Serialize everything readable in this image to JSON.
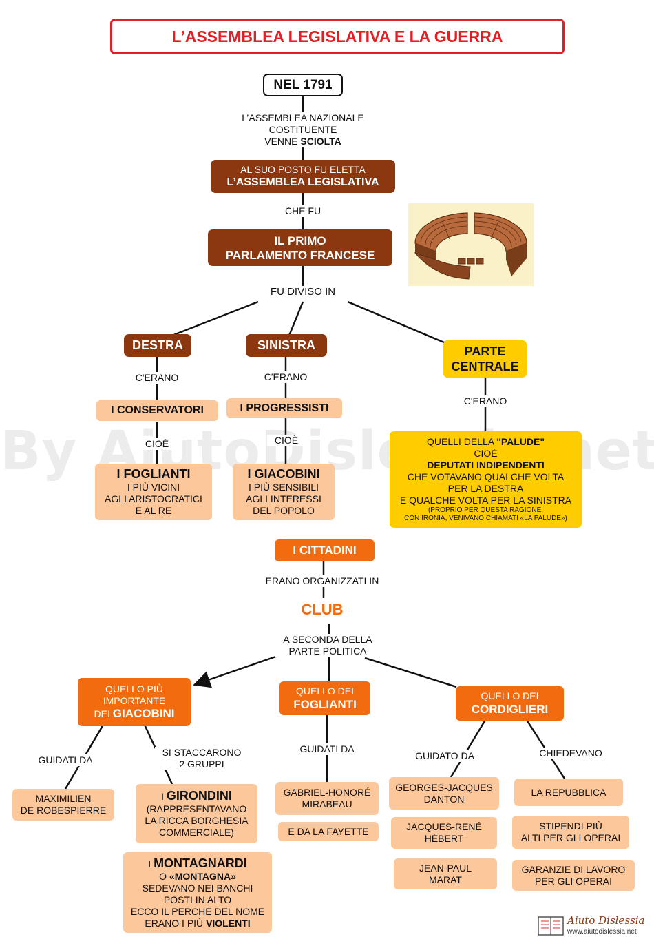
{
  "title": "L’ASSEMBLEA LEGISLATIVA E LA GUERRA",
  "watermark": "By AiutoDislessia.net",
  "nel1791": "NEL 1791",
  "lbl_sciolta": {
    "l1": "L’ASSEMBLEA NAZIONALE",
    "l2": "COSTITUENTE",
    "l3a": "VENNE ",
    "l3b": "SCIOLTA"
  },
  "assemblea": {
    "l1": "AL SUO POSTO FU ELETTA",
    "l2": "L’ASSEMBLEA LEGISLATIVA"
  },
  "lbl_chefu": "CHE FU",
  "parlamento": {
    "l1": "IL PRIMO",
    "l2": "PARLAMENTO FRANCESE"
  },
  "lbl_diviso": "FU DIVISO IN",
  "destra": "DESTRA",
  "sinistra": "SINISTRA",
  "centrale": {
    "l1": "PARTE",
    "l2": "CENTRALE"
  },
  "lbl_cerano": "C'ERANO",
  "lbl_cioe": "CIOÈ",
  "conservatori": "I CONSERVATORI",
  "progressisti": "I PROGRESSISTI",
  "foglianti": {
    "title": "I FOGLIANTI",
    "l1": "I PIÙ VICINI",
    "l2": "AGLI ARISTOCRATICI",
    "l3": "E AL RE"
  },
  "giacobini": {
    "title": "I GIACOBINI",
    "l1": "I PIÙ SENSIBILI",
    "l2": "AGLI INTERESSI",
    "l3": "DEL POPOLO"
  },
  "palude": {
    "l1a": "QUELLI DELLA ",
    "l1b": "\"PALUDE\"",
    "l2": "CIOÈ",
    "l3": "DEPUTATI INDIPENDENTI",
    "l4": "CHE VOTAVANO QUALCHE VOLTA",
    "l5": "PER LA DESTRA",
    "l6": "E QUALCHE VOLTA PER LA SINISTRA",
    "n1": "(PROPRIO PER QUESTA RAGIONE,",
    "n2": "CON IRONIA, VENIVANO CHIAMATI «LA PALUDE»)"
  },
  "cittadini": "I CITTADINI",
  "lbl_organizzati": "ERANO ORGANIZZATI IN",
  "club": "CLUB",
  "lbl_seconda": {
    "l1": "A SECONDA DELLA",
    "l2": "PARTE POLITICA"
  },
  "club_giacobini": {
    "l1": "QUELLO PIÙ",
    "l2": "IMPORTANTE",
    "l3a": "DEI ",
    "l3b": "GIACOBINI"
  },
  "club_foglianti": {
    "l1": "QUELLO DEI",
    "l2": "FOGLIANTI"
  },
  "club_cordiglieri": {
    "l1": "QUELLO DEI",
    "l2": "CORDIGLIERI"
  },
  "lbl_guidati": "GUIDATI DA",
  "lbl_guidato": "GUIDATO DA",
  "lbl_staccarono": {
    "l1": "SI STACCARONO",
    "l2": "2 GRUPPI"
  },
  "lbl_chiedevano": "CHIEDEVANO",
  "robespierre": {
    "l1": "MAXIMILIEN",
    "l2": "DE ROBESPIERRE"
  },
  "girondini": {
    "l1a": "I ",
    "l1b": "GIRONDINI",
    "l2": "(RAPPRESENTAVANO",
    "l3": "LA RICCA BORGHESIA",
    "l4": "COMMERCIALE)"
  },
  "montagnardi": {
    "l1a": "I  ",
    "l1b": "MONTAGNARDI",
    "l2a": "O ",
    "l2b": "«MONTAGNA»",
    "l3": "SEDEVANO NEI BANCHI",
    "l4": "POSTI IN ALTO",
    "l5": "ECCO IL PERCHÈ DEL NOME",
    "l6a": "ERANO I PIÙ ",
    "l6b": "VIOLENTI"
  },
  "mirabeau": {
    "l1": "GABRIEL-HONORÉ",
    "l2": "MIRABEAU"
  },
  "fayette": "E  DA LA FAYETTE",
  "danton": {
    "l1": "GEORGES-JACQUES",
    "l2": "DANTON"
  },
  "hebert": {
    "l1": "JACQUES-RENÉ",
    "l2": "HÉBERT"
  },
  "marat": {
    "l1": "JEAN-PAUL",
    "l2": "MARAT"
  },
  "repubblica": "LA REPUBBLICA",
  "stipendi": {
    "l1": "STIPENDI PIÙ",
    "l2": "ALTI PER GLI OPERAI"
  },
  "garanzie": {
    "l1": "GARANZIE DI LAVORO",
    "l2": "PER GLI OPERAI"
  },
  "logo": {
    "name": "Aiuto Dislessia",
    "url": "www.aiutodislessia.net"
  },
  "colors": {
    "brown": "#8b3710",
    "yellow": "#ffcc00",
    "peach": "#fbc79b",
    "orange": "#f26b0f",
    "red": "#e31e24"
  }
}
